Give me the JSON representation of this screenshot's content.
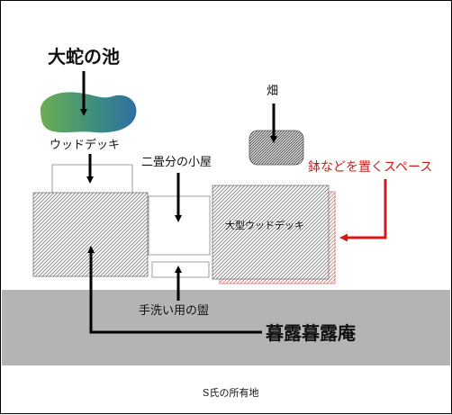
{
  "labels": {
    "pond": "大蛇の池",
    "wood_deck": "ウッドデッキ",
    "field": "畑",
    "small_hut": "二畳分の小屋",
    "pot_space": "鉢などを置くスペース",
    "large_deck": "大型ウッドデッキ",
    "basin": "手洗い用の盥",
    "hermitage": "暮露暮露庵",
    "property": "S氏の所有地"
  },
  "colors": {
    "ground_band": "#b4b4b4",
    "pond_blue": "#2f6fa3",
    "pond_green": "#6cae52",
    "arrow_black": "#000000",
    "arrow_red": "#d41818",
    "hatch": "#7a7a7a",
    "hatch_red": "#e07070"
  }
}
